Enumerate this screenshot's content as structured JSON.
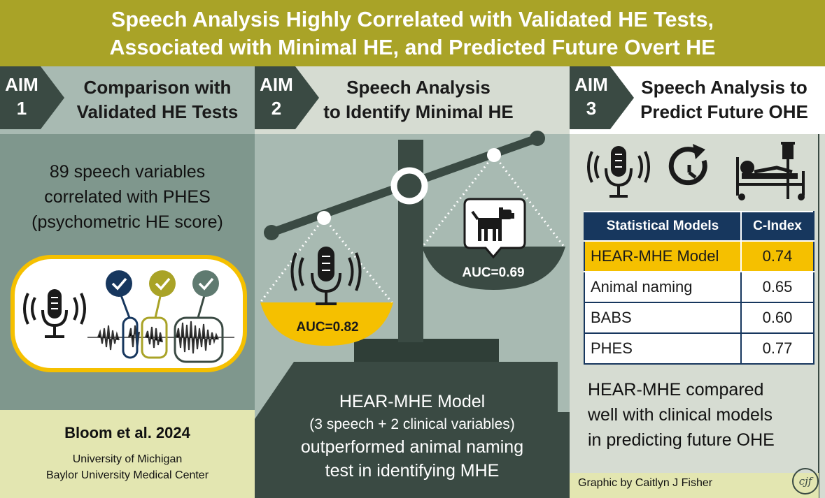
{
  "header": {
    "title_line1": "Speech Analysis Highly Correlated with Validated HE Tests,",
    "title_line2": "Associated with Minimal HE, and Predicted Future Overt HE"
  },
  "aim1": {
    "tab_label": "AIM",
    "tab_number": "1",
    "heading_line1": "Comparison with",
    "heading_line2": "Validated HE Tests",
    "body_line1": "89 speech variables",
    "body_line2": "correlated with PHES",
    "body_line3": "(psychometric HE score)",
    "citation": "Bloom et al. 2024",
    "institution1": "University of Michigan",
    "institution2": "Baylor University Medical Center",
    "icons": [
      "microphone-icon",
      "check-icon",
      "waveform-icon"
    ]
  },
  "aim2": {
    "tab_label": "AIM",
    "tab_number": "2",
    "heading_line1": "Speech Analysis",
    "heading_line2": "to Identify Minimal HE",
    "left_pan_label": "AUC=0.82",
    "right_pan_label": "AUC=0.69",
    "body_line1": "HEAR-MHE Model",
    "body_line2": "(3 speech + 2 clinical variables)",
    "body_line3": "outperformed animal naming",
    "body_line4": "test in identifying MHE",
    "icons": [
      "balance-scale-icon",
      "microphone-icon",
      "dog-icon"
    ]
  },
  "aim3": {
    "tab_label": "AIM",
    "tab_number": "3",
    "heading_line1": "Speech Analysis to",
    "heading_line2": "Predict Future OHE",
    "icons": [
      "microphone-icon",
      "clock-forward-icon",
      "hospital-bed-icon"
    ],
    "table": {
      "headers": [
        "Statistical Models",
        "C-Index"
      ],
      "rows": [
        {
          "model": "HEAR-MHE Model",
          "cindex": "0.74",
          "highlight": true
        },
        {
          "model": "Animal naming",
          "cindex": "0.65",
          "highlight": false
        },
        {
          "model": "BABS",
          "cindex": "0.60",
          "highlight": false
        },
        {
          "model": "PHES",
          "cindex": "0.77",
          "highlight": false
        }
      ]
    },
    "body_line1": "HEAR-MHE compared",
    "body_line2": "well with clinical models",
    "body_line3": "in predicting future OHE",
    "credit": "Graphic by Caitlyn J Fisher",
    "monogram": "cjf"
  },
  "colors": {
    "olive": "#a9a327",
    "dark_slate": "#3a4a43",
    "mid_slate": "#7f978d",
    "light_sage": "#a8bab2",
    "pale_yellow": "#e3e6b1",
    "navy": "#17375e",
    "gold": "#f5c000",
    "check_gray": "#5f7a70"
  }
}
